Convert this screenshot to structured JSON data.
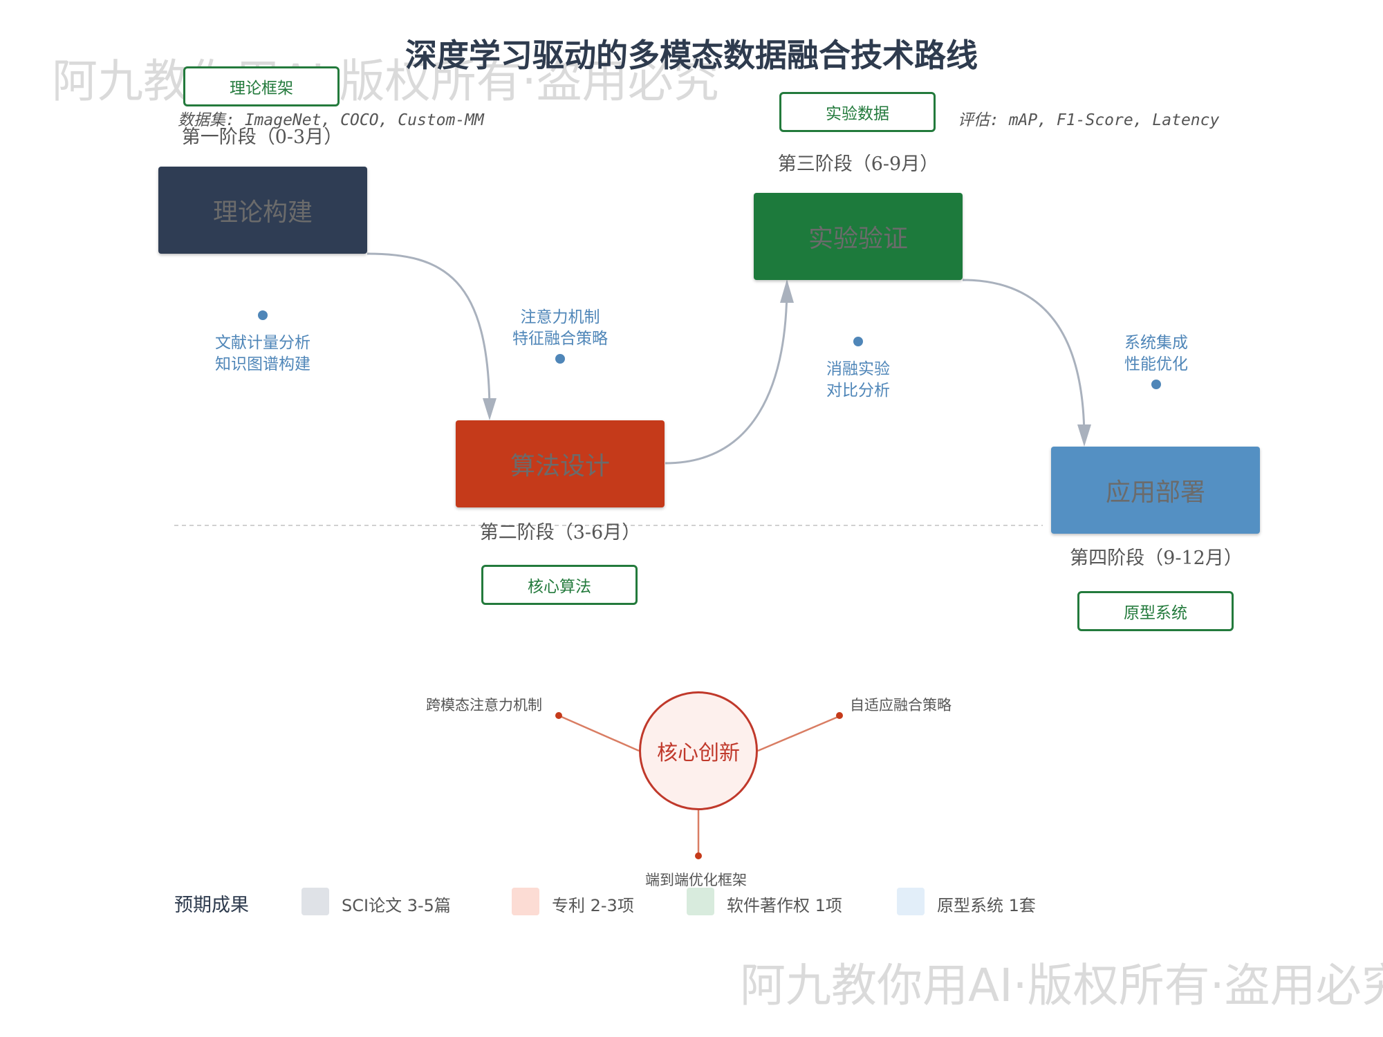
{
  "watermark": "阿九教你用AI·版权所有·盗用必究",
  "title": "深度学习驱动的多模态数据融合技术路线",
  "phases": [
    {
      "name": "理论构建",
      "label": "第一阶段（0-3月）",
      "tag": "理论框架",
      "activities": [
        "文献计量分析",
        "知识图谱构建"
      ],
      "color": "#2f3d54"
    },
    {
      "name": "算法设计",
      "label": "第二阶段（3-6月）",
      "tag": "核心算法",
      "activities": [
        "注意力机制",
        "特征融合策略"
      ],
      "color": "#c53a1a"
    },
    {
      "name": "实验验证",
      "label": "第三阶段（6-9月）",
      "tag": "实验数据",
      "activities": [
        "消融实验",
        "对比分析"
      ],
      "color": "#1d7a3c"
    },
    {
      "name": "应用部署",
      "label": "第四阶段（9-12月）",
      "tag": "原型系统",
      "activities": [
        "系统集成",
        "性能优化"
      ],
      "color": "#5490c3"
    }
  ],
  "notes": {
    "dataset": "数据集: ImageNet, COCO, Custom-MM",
    "evaluation": "评估: mAP, F1-Score, Latency"
  },
  "core": {
    "label": "核心创新",
    "items": [
      "跨模态注意力机制",
      "自适应融合策略",
      "端到端优化框架"
    ]
  },
  "legend": {
    "title": "预期成果",
    "items": [
      {
        "label": "SCI论文 3-5篇",
        "color": "#dfe2e7"
      },
      {
        "label": "专利 2-3项",
        "color": "#fcdcd4"
      },
      {
        "label": "软件著作权 1项",
        "color": "#d8ebdd"
      },
      {
        "label": "原型系统 1套",
        "color": "#e2eef9"
      }
    ]
  }
}
